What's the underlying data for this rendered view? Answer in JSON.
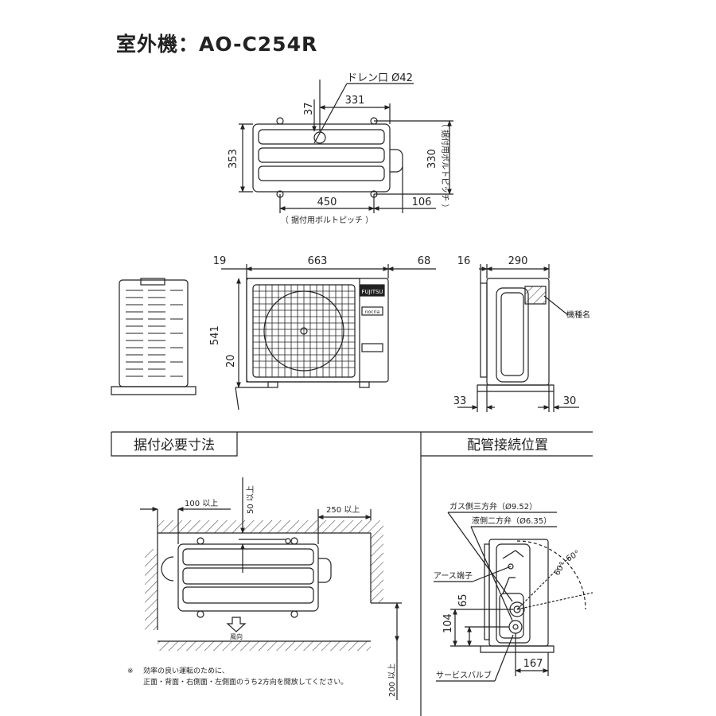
{
  "title": "室外機：AO-C254R",
  "top_view": {
    "drain_label": "ドレン口 Ø42",
    "dim_331": "331",
    "dim_37": "37",
    "dim_353": "353",
    "dim_330": "330",
    "dim_450": "450",
    "dim_106": "106",
    "bolt_pitch_h": "（ 据付用ボルトピッチ ）",
    "bolt_pitch_v": "（ 据付用ボルトピッチ ）"
  },
  "front_view": {
    "dim_19": "19",
    "dim_663": "663",
    "dim_68": "68",
    "dim_541": "541",
    "dim_20": "20",
    "brand": "FUJITSU",
    "series": "nocria"
  },
  "side_view": {
    "dim_16": "16",
    "dim_290": "290",
    "model_label": "機種名",
    "dim_33": "33",
    "dim_30": "30"
  },
  "install_section": {
    "heading": "据付必要寸法",
    "dim_100": "100 以上",
    "dim_50": "50 以上",
    "dim_250": "250 以上",
    "dim_200": "200 以上",
    "wind_label": "風向",
    "note_mark": "※",
    "note_line1": "効率の良い運転のために、",
    "note_line2": "正面・背面・右側面・左側面のうち2方向を開放してください。"
  },
  "piping_section": {
    "heading": "配管接続位置",
    "gas_valve": "ガス側三方弁（Ø9.52）",
    "liquid_valve": "液側二方弁（Ø6.35）",
    "earth_terminal": "アース端子",
    "angle_a": "60°",
    "angle_b": "60°",
    "dim_104": "104",
    "dim_65": "65",
    "dim_167": "167",
    "service_valve": "サービスバルブ"
  }
}
